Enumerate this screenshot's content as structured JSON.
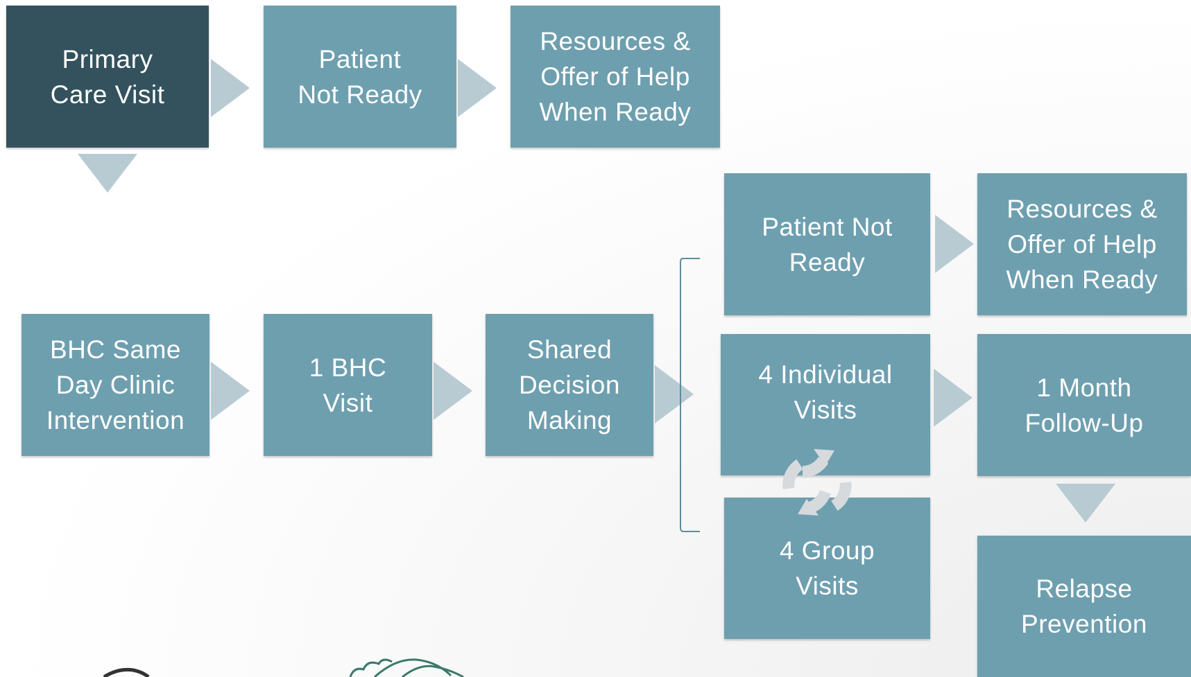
{
  "boxes": {
    "primary_care_visit": "Primary\nCare Visit",
    "patient_not_ready_top": "Patient\nNot Ready",
    "resources_top": "Resources  &\nOffer of Help\nWhen Ready",
    "bhc_same_day": "BHC Same\nDay Clinic\nIntervention",
    "one_bhc_visit": "1 BHC\nVisit",
    "shared_decision": "Shared\nDecision\nMaking",
    "patient_not_ready_right": "Patient Not\nReady",
    "resources_right": "Resources  &\nOffer of Help\nWhen Ready",
    "four_individual": "4 Individual\nVisits",
    "one_month": "1 Month\nFollow-Up",
    "four_group": "4 Group\nVisits",
    "relapse": "Relapse\nPrevention"
  },
  "colors": {
    "dark_box": "#33525d",
    "box": "#6e9faf",
    "arrow": "#b8cbd3",
    "bracket": "#5f8c9c",
    "cycle": "#d6dadd"
  },
  "icons": [
    "right-arrow-icon",
    "down-arrow-icon",
    "cycle-icon",
    "bracket-icon",
    "logo-icon"
  ]
}
